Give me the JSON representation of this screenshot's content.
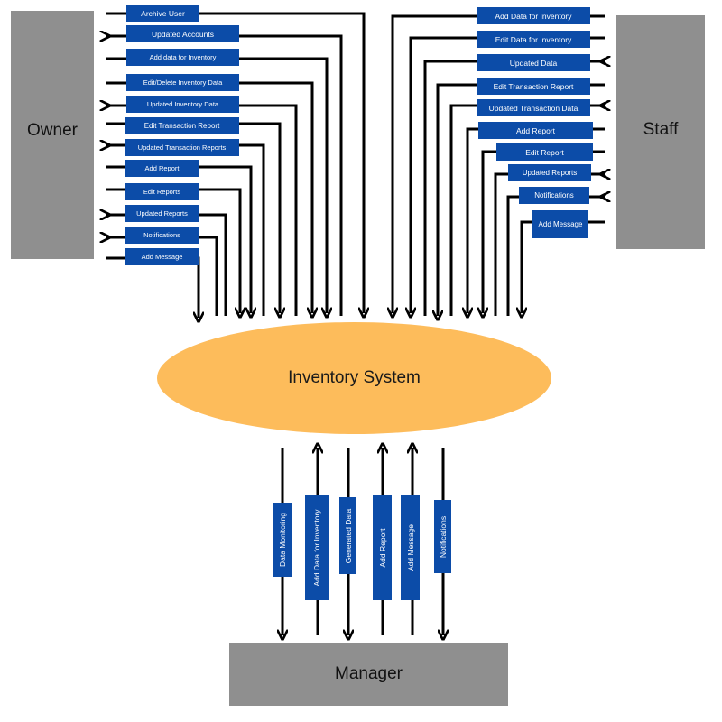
{
  "entities": {
    "owner": "Owner",
    "staff": "Staff",
    "manager": "Manager",
    "system": "Inventory System"
  },
  "owner_flows": [
    {
      "label": "Archive User",
      "direction": "to-system"
    },
    {
      "label": "Updated Accounts",
      "direction": "to-owner"
    },
    {
      "label": "Add data for Inventory",
      "direction": "to-system"
    },
    {
      "label": "Edit/Delete Inventory Data",
      "direction": "to-system"
    },
    {
      "label": "Updated Inventory Data",
      "direction": "to-owner"
    },
    {
      "label": "Edit Transaction Report",
      "direction": "to-system"
    },
    {
      "label": "Updated Transaction Reports",
      "direction": "to-owner"
    },
    {
      "label": "Add Report",
      "direction": "to-system"
    },
    {
      "label": "Edit Reports",
      "direction": "to-system"
    },
    {
      "label": "Updated Reports",
      "direction": "to-owner"
    },
    {
      "label": "Notifications",
      "direction": "to-owner"
    },
    {
      "label": "Add Message",
      "direction": "to-system"
    }
  ],
  "staff_flows": [
    {
      "label": "Add Data for Inventory",
      "direction": "to-system"
    },
    {
      "label": "Edit Data for Inventory",
      "direction": "to-system"
    },
    {
      "label": "Updated Data",
      "direction": "to-staff"
    },
    {
      "label": "Edit Transaction Report",
      "direction": "to-system"
    },
    {
      "label": "Updated Transaction Data",
      "direction": "to-staff"
    },
    {
      "label": "Add Report",
      "direction": "to-system"
    },
    {
      "label": "Edit Report",
      "direction": "to-system"
    },
    {
      "label": "Updated Reports",
      "direction": "to-staff"
    },
    {
      "label": "Notifications",
      "direction": "to-staff"
    },
    {
      "label": "Add Message",
      "direction": "to-system"
    }
  ],
  "manager_flows": [
    {
      "label": "Data Monitoring",
      "direction": "to-manager"
    },
    {
      "label": "Add Data for Inventory",
      "direction": "to-system"
    },
    {
      "label": "Generated Data",
      "direction": "to-manager"
    },
    {
      "label": "Add Report",
      "direction": "to-system"
    },
    {
      "label": "Add Message",
      "direction": "to-system"
    },
    {
      "label": "Notifications",
      "direction": "to-manager"
    }
  ],
  "colors": {
    "entity": "#8f8f8f",
    "system": "#fdbc5b",
    "label": "#0c4ca8",
    "line": "#000000"
  }
}
